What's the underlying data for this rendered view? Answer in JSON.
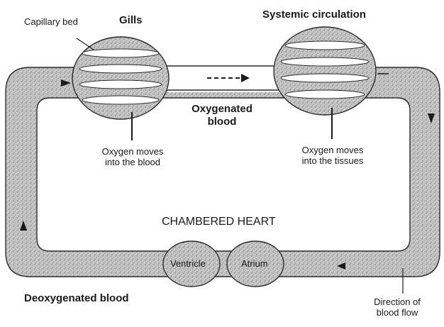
{
  "labels": {
    "capillary_bed": "Capillary bed",
    "gills": "Gills",
    "systemic_circulation": "Systemic circulation",
    "oxygenated_blood": [
      "Oxygenated",
      "blood"
    ],
    "oxygen_into_blood": [
      "Oxygen moves",
      "into the blood"
    ],
    "oxygen_into_tissues": [
      "Oxygen moves",
      "into the tissues"
    ],
    "chambered_heart": "CHAMBERED HEART",
    "ventricle": "Ventricle",
    "atrium": "Atrium",
    "deoxygenated_blood": "Deoxygenated blood",
    "direction_of_blood_flow": [
      "Direction of",
      "blood flow"
    ]
  },
  "colors": {
    "vessel_fill": "#c4c4c4",
    "vessel_stroke": "#2a2a2a",
    "text": "#1a1a1a"
  }
}
